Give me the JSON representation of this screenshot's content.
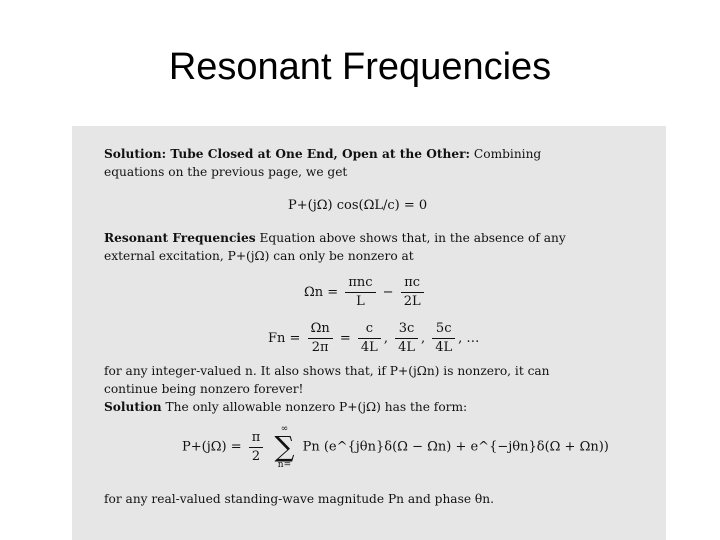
{
  "slide": {
    "title": "Resonant Frequencies"
  },
  "doc": {
    "p1_bold": "Solution: Tube Closed at One End, Open at the Other:",
    "p1_text": " Combining",
    "p1_line2": "equations on the previous page, we get",
    "eq1": "P+(jΩ) cos(ΩL/c) = 0",
    "p2_bold": "Resonant Frequencies",
    "p2_text": " Equation above shows that, in the absence of any",
    "p2_line2": "external excitation, P+(jΩ) can only be nonzero at",
    "eq2_lhs": "Ωn =",
    "eq2_num1": "πnc",
    "eq2_den1": "L",
    "eq2_mid": "−",
    "eq2_num2": "πc",
    "eq2_den2": "2L",
    "eq3_lhs": "Fn =",
    "eq3_num1": "Ωn",
    "eq3_den1": "2π",
    "eq3_eq": "=",
    "eq3_num2": "c",
    "eq3_den2": "4L",
    "eq3_num3": "3c",
    "eq3_den3": "4L",
    "eq3_num4": "5c",
    "eq3_den4": "4L",
    "eq3_tail": ", …",
    "p3_line1": "for any integer-valued n. It also shows that, if P+(jΩn) is nonzero, it can",
    "p3_line2": "continue being nonzero forever!",
    "p4_bold": "Solution",
    "p4_text": " The only allowable nonzero P+(jΩ) has the form:",
    "eq4_lhs": "P+(jΩ) =",
    "eq4_frac_num": "π",
    "eq4_frac_den": "2",
    "eq4_sum_top": "∞",
    "eq4_sum_bot": "n=",
    "eq4_rhs": "Pn (e^{jθn}δ(Ω − Ωn) + e^{−jθn}δ(Ω + Ωn))",
    "p5_line": "for any real-valued standing-wave magnitude Pn and phase θn."
  }
}
